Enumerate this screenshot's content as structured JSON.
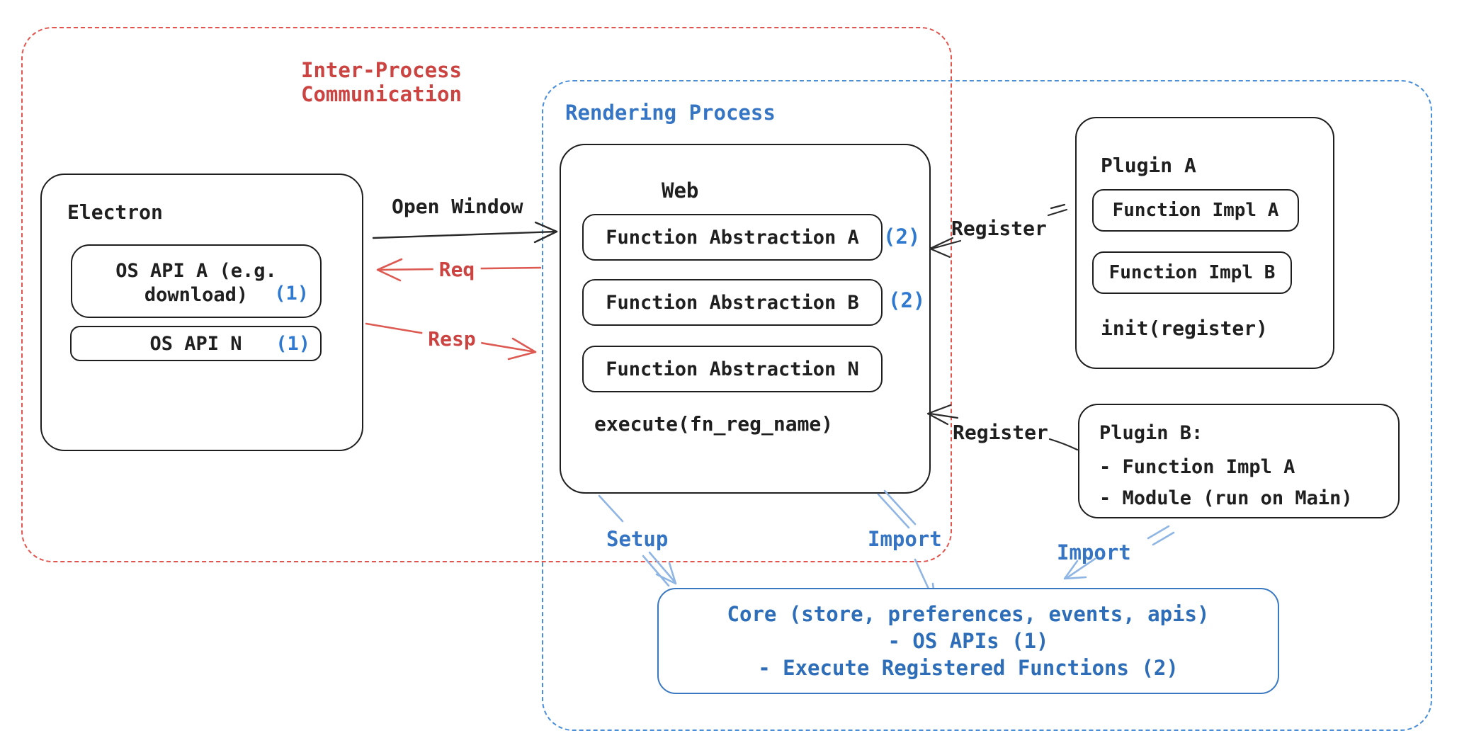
{
  "groups": {
    "ipc": {
      "line1": "Inter-Process",
      "line2": "Communication"
    },
    "rendering": {
      "label": "Rendering Process"
    }
  },
  "electron": {
    "title": "Electron",
    "api_a": {
      "line1": "OS API A (e.g.",
      "line2": "download)",
      "marker": "(1)"
    },
    "api_n": {
      "label": "OS API N",
      "marker": "(1)"
    }
  },
  "web": {
    "title": "Web",
    "fa_a": {
      "label": "Function Abstraction A",
      "marker": "(2)"
    },
    "fa_b": {
      "label": "Function Abstraction B",
      "marker": "(2)"
    },
    "fa_n": {
      "label": "Function Abstraction N"
    },
    "execute": "execute(fn_reg_name)"
  },
  "plugin_a": {
    "title": "Plugin A",
    "impl_a": "Function Impl A",
    "impl_b": "Function Impl B",
    "init": "init(register)"
  },
  "plugin_b": {
    "lines": [
      "Plugin B:",
      "- Function Impl A",
      "- Module (run on Main)"
    ]
  },
  "core": {
    "lines": [
      "Core (store, preferences, events, apis)",
      "- OS APIs (1)",
      "- Execute Registered Functions (2)"
    ]
  },
  "arrows": {
    "open_window": "Open Window",
    "req": "Req",
    "resp": "Resp",
    "register_top": "Register",
    "register_bottom": "Register",
    "setup": "Setup",
    "import_web": "Import",
    "import_plugin": "Import"
  },
  "colors": {
    "red_text": "#cb4441",
    "red_dash": "#e2544d",
    "red_arrow": "#dd5a52",
    "blue_text": "#3575c4",
    "blue_marker": "#2f7ad0",
    "blue_dash": "#4a8ed9",
    "light_blue_arrow": "#8fb5e5",
    "ink": "#1e1e1e"
  }
}
